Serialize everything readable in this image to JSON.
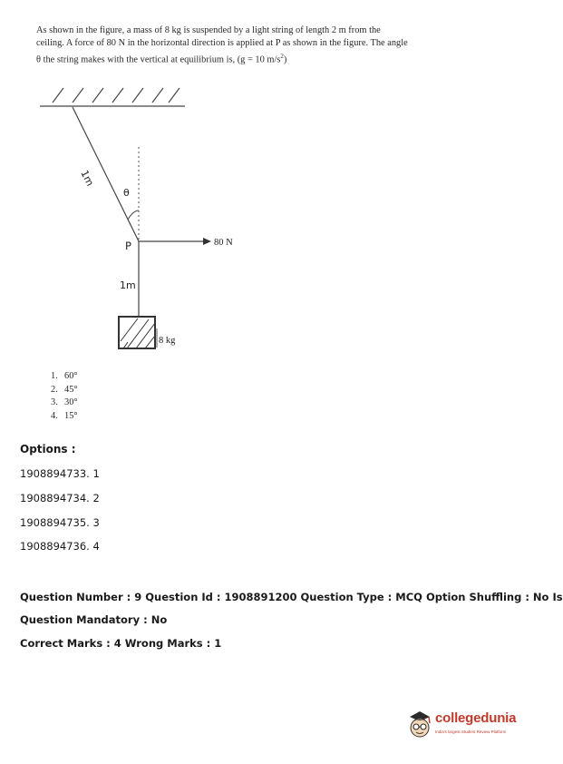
{
  "question": {
    "text_before_g": "As shown in the figure, a mass of 8 kg is suspended by a light string of length 2 m from the ceiling. A force of 80 N in the horizontal direction is applied at P as shown in the figure. The angle θ the string makes with the vertical at equilibrium is, (g = 10 m/s",
    "text_exp": "2",
    "text_after": ")"
  },
  "figure": {
    "upper_length_label": "1m",
    "angle_label": "θ",
    "point_label": "P",
    "force_label": "80 N",
    "lower_length_label": "1m",
    "mass_label": "8 kg"
  },
  "choices": [
    {
      "num": "1.",
      "text": "60°"
    },
    {
      "num": "2.",
      "text": "45°"
    },
    {
      "num": "3.",
      "text": "30°"
    },
    {
      "num": "4.",
      "text": "15°"
    }
  ],
  "options_heading": "Options :",
  "options": [
    "1908894733. 1",
    "1908894734. 2",
    "1908894735. 3",
    "1908894736. 4"
  ],
  "meta": {
    "line1": "Question Number : 9 Question Id : 1908891200 Question Type : MCQ Option Shuffling : No Is",
    "line2": "Question Mandatory : No",
    "line3": "Correct Marks : 4 Wrong Marks : 1"
  },
  "logo": {
    "name": "collegedunia",
    "tagline": "India's largest Student Review Platform"
  }
}
